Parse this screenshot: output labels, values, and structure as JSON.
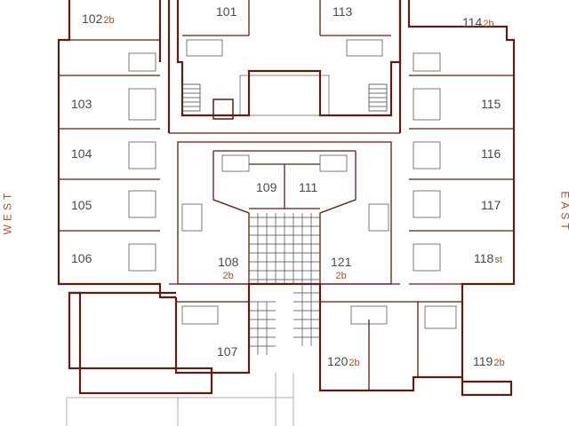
{
  "directions": {
    "west": "WEST",
    "east": "EAST"
  },
  "units": [
    {
      "id": "101",
      "sub": ""
    },
    {
      "id": "102",
      "sub": "2b"
    },
    {
      "id": "103",
      "sub": ""
    },
    {
      "id": "104",
      "sub": ""
    },
    {
      "id": "105",
      "sub": ""
    },
    {
      "id": "106",
      "sub": ""
    },
    {
      "id": "107",
      "sub": ""
    },
    {
      "id": "108",
      "sub": "2b"
    },
    {
      "id": "109",
      "sub": ""
    },
    {
      "id": "111",
      "sub": ""
    },
    {
      "id": "113",
      "sub": ""
    },
    {
      "id": "114",
      "sub": "2b"
    },
    {
      "id": "115",
      "sub": ""
    },
    {
      "id": "116",
      "sub": ""
    },
    {
      "id": "117",
      "sub": ""
    },
    {
      "id": "118",
      "sub": "st"
    },
    {
      "id": "119",
      "sub": "2b"
    },
    {
      "id": "120",
      "sub": "2b"
    },
    {
      "id": "121",
      "sub": "2b"
    }
  ],
  "colors": {
    "wall": "#5a1e12",
    "line": "#444444",
    "accent": "#a0522d"
  }
}
